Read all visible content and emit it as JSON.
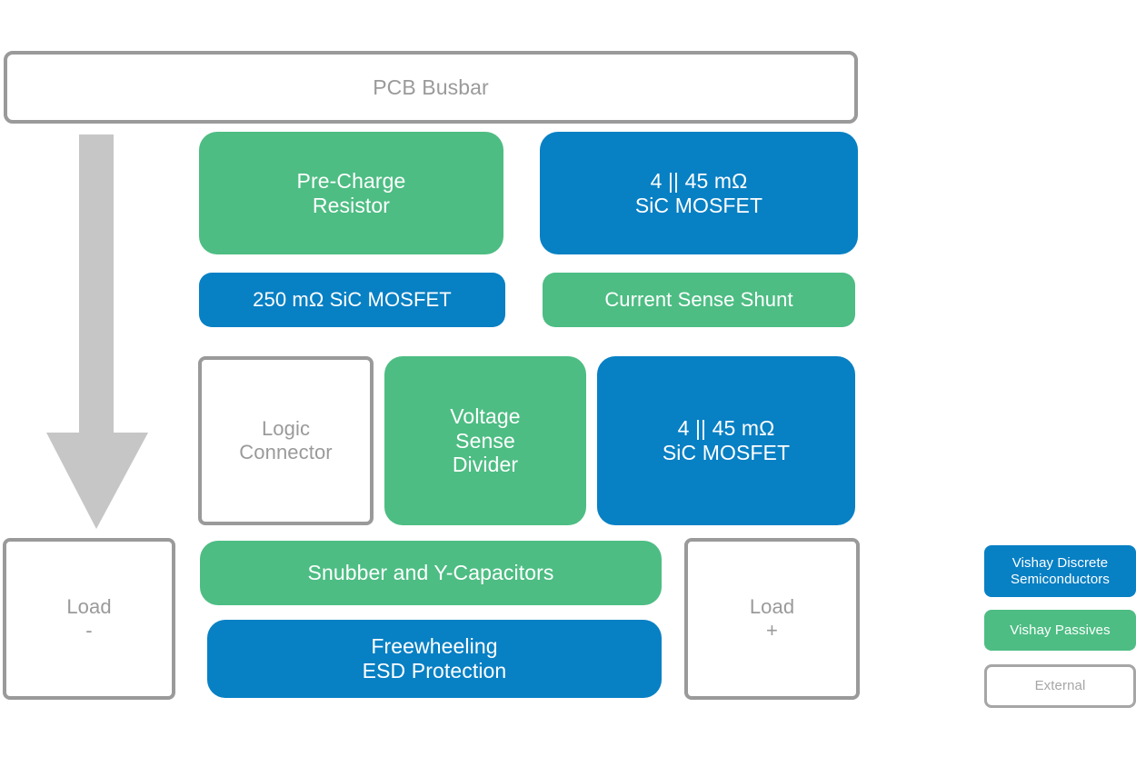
{
  "diagram": {
    "title_block": {
      "label": "PCB Busbar"
    },
    "arrow": {
      "name": "current-flow-arrow",
      "direction": "down",
      "color": "#c6c6c6"
    },
    "blocks": [
      {
        "id": "pcb-busbar",
        "label": "PCB Busbar",
        "kind": "external"
      },
      {
        "id": "pre-charge-resistor",
        "label": "Pre-Charge\nResistor",
        "kind": "passive"
      },
      {
        "id": "sic-mosfet-top",
        "label": "4 || 45 mΩ\nSiC MOSFET",
        "kind": "semiconductor"
      },
      {
        "id": "sic-mosfet-250",
        "label": "250 mΩ SiC MOSFET",
        "kind": "semiconductor"
      },
      {
        "id": "current-sense-shunt",
        "label": "Current Sense Shunt",
        "kind": "passive"
      },
      {
        "id": "logic-connector",
        "label": "Logic\nConnector",
        "kind": "external"
      },
      {
        "id": "voltage-sense-divider",
        "label": "Voltage\nSense\nDivider",
        "kind": "passive"
      },
      {
        "id": "sic-mosfet-bottom",
        "label": "4 || 45 mΩ\nSiC MOSFET",
        "kind": "semiconductor"
      },
      {
        "id": "snubber-y-caps",
        "label": "Snubber and Y-Capacitors",
        "kind": "passive"
      },
      {
        "id": "freewheeling-esd",
        "label": "Freewheeling\nESD Protection",
        "kind": "semiconductor"
      },
      {
        "id": "load-negative",
        "label": "Load\n-",
        "kind": "external"
      },
      {
        "id": "load-positive",
        "label": "Load\n+",
        "kind": "external"
      }
    ]
  },
  "legend": {
    "items": [
      {
        "id": "legend-semiconductors",
        "label": "Vishay Discrete\nSemiconductors",
        "kind": "semiconductor",
        "color": "#0880C4"
      },
      {
        "id": "legend-passives",
        "label": "Vishay Passives",
        "kind": "passive",
        "color": "#4DBD83"
      },
      {
        "id": "legend-external",
        "label": "External",
        "kind": "external",
        "color": "#ffffff"
      }
    ]
  },
  "colors": {
    "semiconductor_blue": "#0880C4",
    "passive_green": "#4DBD83",
    "external_border_gray": "#9a9a9a",
    "external_text_gray": "#9a9a9a",
    "arrow_gray": "#c6c6c6",
    "background": "#ffffff"
  }
}
